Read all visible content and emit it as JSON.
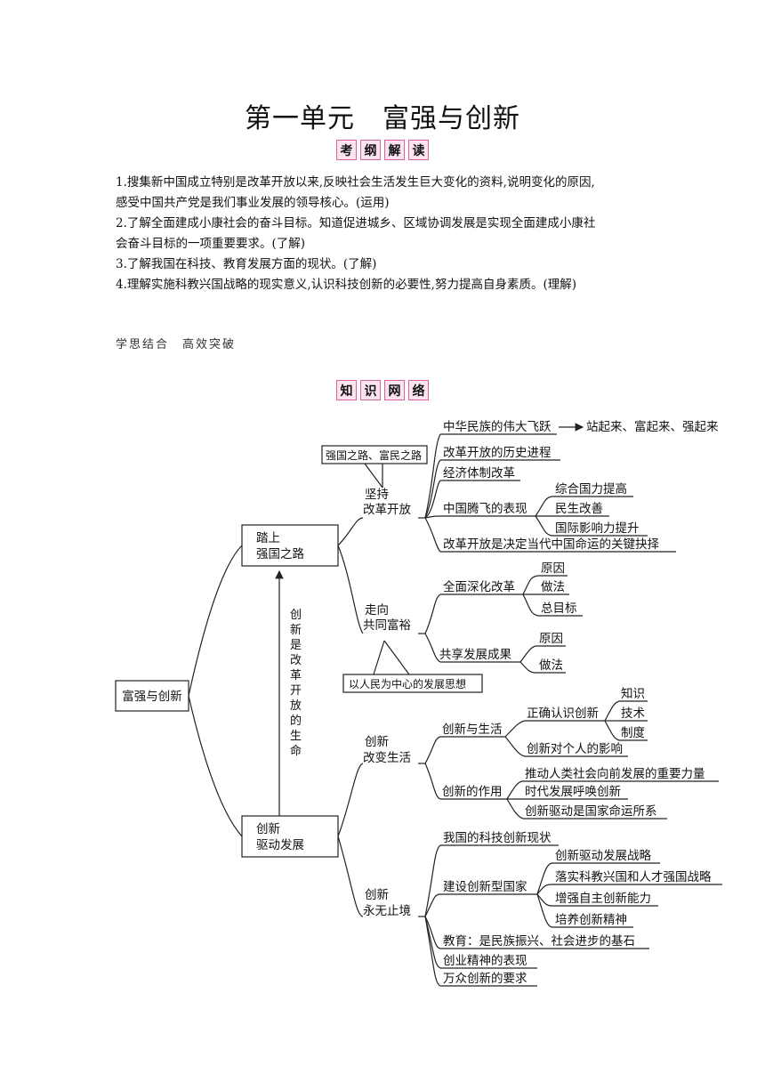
{
  "title": "第一单元　富强与创新",
  "badge1": [
    "考",
    "纲",
    "解",
    "读"
  ],
  "badge2": [
    "知",
    "识",
    "网",
    "络"
  ],
  "outline": [
    "1.搜集新中国成立特别是改革开放以来,反映社会生活发生巨大变化的资料,说明变化的原因,",
    "感受中国共产党是我们事业发展的领导核心。(运用)",
    "2.了解全面建成小康社会的奋斗目标。知道促进城乡、区域协调发展是实现全面建成小康社",
    "会奋斗目标的一项重要要求。(了解)",
    "3.了解我国在科技、教育发展方面的现状。(了解)",
    "4.理解实施科教兴国战略的现实意义,认识科技创新的必要性,努力提高自身素质。(理解)"
  ],
  "section_label": "学思结合　高效突破",
  "map": {
    "root": "富强与创新",
    "branch1": [
      "踏上",
      "强国之路"
    ],
    "branch2": [
      "创新",
      "驱动发展"
    ],
    "link": [
      "创",
      "新",
      "是",
      "改",
      "革",
      "开",
      "放",
      "的",
      "生",
      "命"
    ],
    "callout1": "强国之路、富民之路",
    "callout2": "以人民为中心的发展思想",
    "jianchi": [
      "坚持",
      "改革开放"
    ],
    "zouxiang": [
      "走向",
      "共同富裕"
    ],
    "gaibian": [
      "创新",
      "改变生活"
    ],
    "yongwu": [
      "创新",
      "永无止境"
    ],
    "leap": "中华民族的伟大飞跃",
    "leap_result": "站起来、富起来、强起来",
    "reform_history": "改革开放的历史进程",
    "economic_reform": "经济体制改革",
    "soaring": "中国腾飞的表现",
    "soaring_items": [
      "综合国力提高",
      "民生改善",
      "国际影响力提升"
    ],
    "key_choice": "改革开放是决定当代中国命运的关键抉择",
    "deepen_reform": "全面深化改革",
    "deepen_items": [
      "原因",
      "做法",
      "总目标"
    ],
    "share": "共享发展成果",
    "share_items": [
      "原因",
      "做法"
    ],
    "innov_life": "创新与生活",
    "correct_view": "正确认识创新",
    "correct_items": [
      "知识",
      "技术",
      "制度"
    ],
    "personal": "创新对个人的影响",
    "innov_role": "创新的作用",
    "role_items": [
      "推动人类社会向前发展的重要力量",
      "时代发展呼唤创新",
      "创新驱动是国家命运所系"
    ],
    "status": "我国的科技创新现状",
    "build": "建设创新型国家",
    "build_items": [
      "创新驱动发展战略",
      "落实科教兴国和人才强国战略",
      "增强自主创新能力",
      "培养创新精神"
    ],
    "education": "教育：是民族振兴、社会进步的基石",
    "entrepreneur": "创业精神的表现",
    "mass_innov": "万众创新的要求"
  }
}
